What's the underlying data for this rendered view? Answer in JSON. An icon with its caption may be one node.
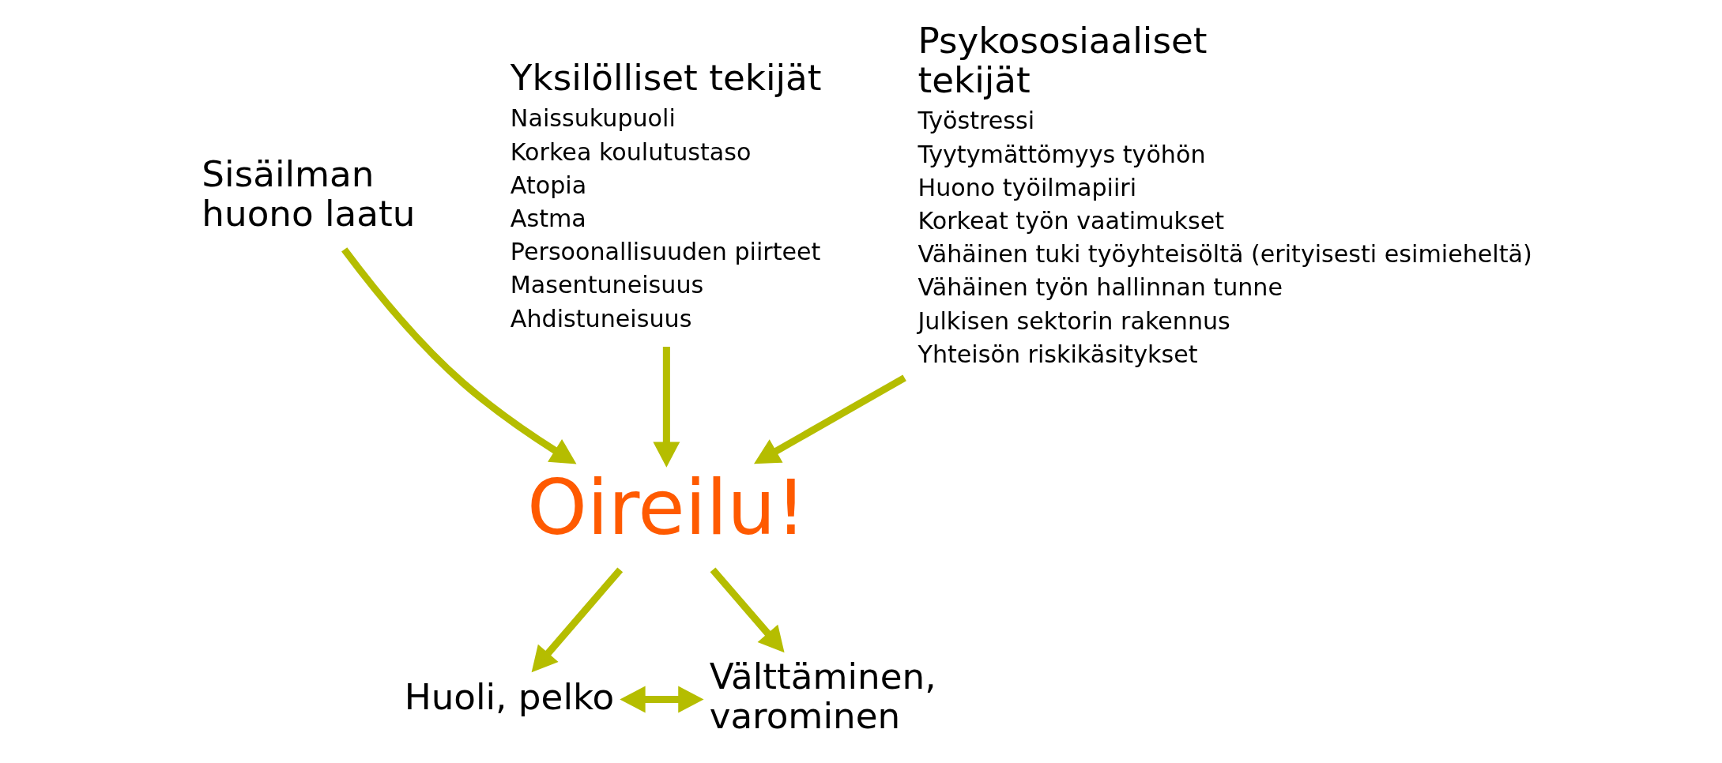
{
  "diagram": {
    "nodes": [
      {
        "text": [
          "Sisäilman huono laatu"
        ]
      },
      {
        "text": [
          "Yksilölliset tekijät",
          "Naissukupuoli",
          "Korkea koulutustaso",
          "Atopia",
          "Astma",
          "Persoonallisuuden piirteet",
          "Masentuneisuus",
          "Ahdistuneisuus"
        ]
      },
      {
        "text": [
          "Psykososiaaliset tekijät",
          "Työstressi",
          "Tyytymättömyys työhön",
          "Huono työilmapiiri",
          "Korkeat työn vaatimukset",
          "Vähäinen tuki työyhteisöltä (erityisesti esimieheltä)",
          "Vähäinen työn hallinnan tunne",
          "Julkisen sektorin rakennus",
          "Yhteisön riskikäsitykset"
        ]
      },
      {
        "text": [
          "Oireilu!"
        ]
      },
      {
        "text": [
          "Huoli, pelko"
        ]
      },
      {
        "text": [
          "Välttäminen, varominen"
        ]
      }
    ],
    "edges": [
      {
        "from": 0,
        "to": 3,
        "arrow": "to"
      },
      {
        "from": 1,
        "to": 3,
        "arrow": "to"
      },
      {
        "from": 2,
        "to": 3,
        "arrow": "to"
      },
      {
        "from": 3,
        "to": 4,
        "arrow": "to"
      },
      {
        "from": 3,
        "to": 5,
        "arrow": "to"
      },
      {
        "from": 4,
        "to": 5,
        "arrow": "both"
      }
    ]
  }
}
